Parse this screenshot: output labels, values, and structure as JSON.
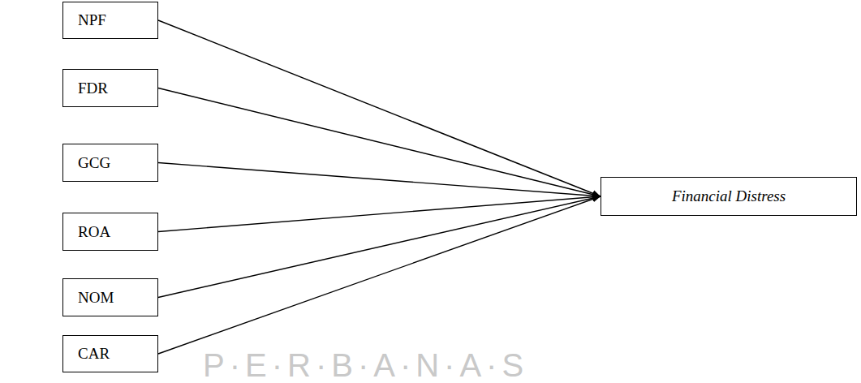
{
  "diagram": {
    "nodes": [
      {
        "text": [
          "NPF"
        ]
      },
      {
        "text": [
          "FDR"
        ]
      },
      {
        "text": [
          "GCG"
        ]
      },
      {
        "text": [
          "ROA"
        ]
      },
      {
        "text": [
          "NOM"
        ]
      },
      {
        "text": [
          "CAR"
        ]
      },
      {
        "text": [
          "Financial Distress"
        ]
      }
    ],
    "edges": [
      {
        "from": 0,
        "to": 6,
        "arrow": "to"
      },
      {
        "from": 1,
        "to": 6,
        "arrow": "to"
      },
      {
        "from": 2,
        "to": 6,
        "arrow": "to"
      },
      {
        "from": 3,
        "to": 6,
        "arrow": "to"
      },
      {
        "from": 4,
        "to": 6,
        "arrow": "to"
      },
      {
        "from": 5,
        "to": 6,
        "arrow": "to"
      }
    ],
    "labels": [
      "P·E·R·B·A·N·A·S"
    ]
  }
}
